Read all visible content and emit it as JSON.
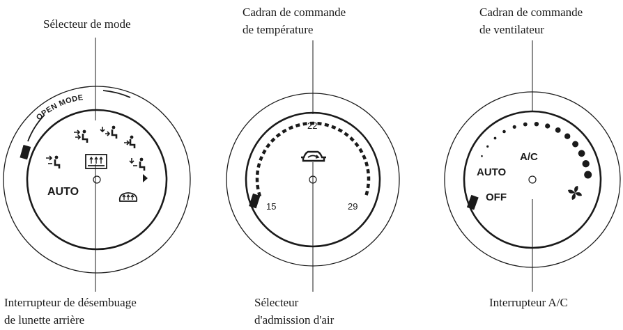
{
  "labels": {
    "mode_selector": "Sélecteur de mode",
    "temp_dial_line1": "Cadran de commande",
    "temp_dial_line2": "de température",
    "fan_dial_line1": "Cadran de commande",
    "fan_dial_line2": "de ventilateur",
    "rear_defog_line1": "Interrupteur de désembuage",
    "rear_defog_line2": "de lunette arrière",
    "air_intake_line1": "Sélecteur",
    "air_intake_line2": "d'admission d'air",
    "ac_switch": "Interrupteur A/C"
  },
  "mode_dial": {
    "arc_text": "OPEN MODE",
    "auto_label": "AUTO",
    "icons": [
      "vent-face-defrost-icon",
      "vent-face-feet-icon",
      "vent-face-icon",
      "vent-feet-icon",
      "vent-feet-defrost-icon",
      "rear-defog-icon",
      "front-defrost-icon"
    ]
  },
  "temp_dial": {
    "min": "15",
    "mid": "22",
    "max": "29",
    "icon": "air-recirculation-icon"
  },
  "fan_dial": {
    "ac_label": "A/C",
    "auto_label": "AUTO",
    "off_label": "OFF",
    "icon": "fan-icon"
  },
  "colors": {
    "ink": "#1a1a1a",
    "background": "#ffffff"
  }
}
